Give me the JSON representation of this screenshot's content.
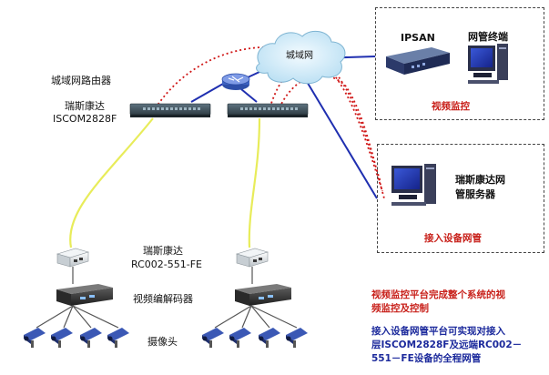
{
  "labels": {
    "cloud": "城域网",
    "router": "城域网路由器",
    "switch_brand": "瑞斯康达",
    "switch_model": "ISCOM2828F",
    "ipsan": "IPSAN",
    "nms_terminal": "网管终端",
    "video_monitor": "视频监控",
    "server_line1": "瑞斯康达网",
    "server_line2": "管服务器",
    "access_nms": "接入设备网管",
    "converter_brand": "瑞斯康达",
    "converter_model": "RC002-551-FE",
    "codec": "视频编解码器",
    "camera": "摄像头"
  },
  "notes": {
    "red_line1": "视频监控平台完成整个系统的视",
    "red_line2": "频监控及控制",
    "blue_line1": "接入设备网管平台可实现对接入",
    "blue_line2": "层ISCOM2828F及远端RC002－",
    "blue_line3": "551－FE设备的全程网管"
  },
  "colors": {
    "blue_link": "#1f2fb0",
    "yellow_fiber": "#e8ec5a",
    "red_dotted": "#d01818",
    "red_text": "#c8201a",
    "blue_text": "#1c2a9c"
  }
}
